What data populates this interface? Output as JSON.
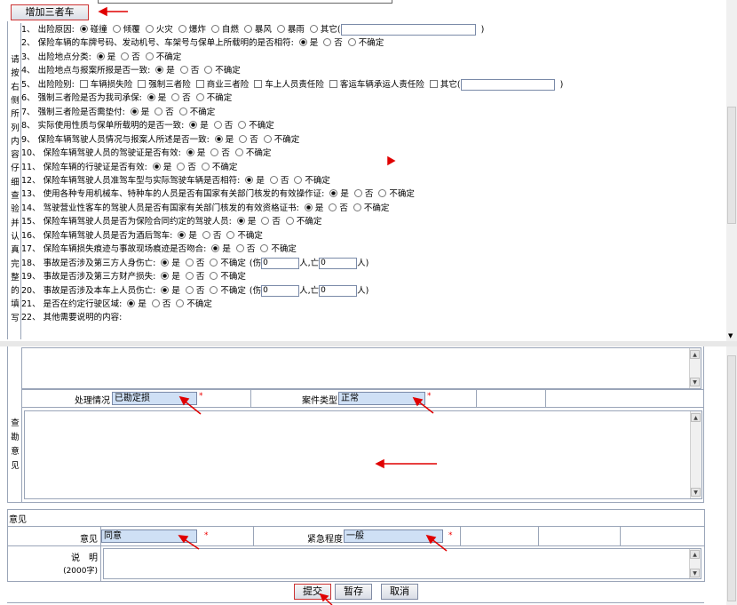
{
  "top": {
    "add_third_party_button": "增加三者车"
  },
  "side_caption": [
    "请",
    "按",
    "右",
    "侧",
    "所",
    "列",
    "内",
    "容",
    "仔",
    "细",
    "查",
    "验",
    "并",
    "认",
    "真",
    "完",
    "整",
    "的",
    "填",
    "写"
  ],
  "choices": {
    "yes": "是",
    "no": "否",
    "unsure": "不确定"
  },
  "questions": [
    {
      "text": "1、 出险原因:",
      "options": [
        "碰撞",
        "倾覆",
        "火灾",
        "爆炸",
        "自燃",
        "暴风",
        "暴雨",
        "其它"
      ],
      "selected": 0,
      "suffix": ")"
    },
    {
      "text": "2、 保险车辆的车牌号码、发动机号、车架号与保单上所载明的是否相符:",
      "answer": 0
    },
    {
      "text": "3、 出险地点分类:",
      "answer": 0
    },
    {
      "text": "4、 出险地点与报案所报是否一致:",
      "answer": 0
    },
    {
      "text": "5、 出险险别:",
      "checks": [
        "车辆损失险",
        "强制三者险",
        "商业三者险",
        "车上人员责任险",
        "客运车辆承运人责任险",
        "其它"
      ],
      "suffix": ")"
    },
    {
      "text": "6、 强制三者险是否为我司承保:",
      "answer": 0
    },
    {
      "text": "7、 强制三者险是否需垫付:",
      "answer": 0
    },
    {
      "text": "8、 实际使用性质与保单所载明的是否一致:",
      "answer": 0
    },
    {
      "text": "9、 保险车辆驾驶人员情况与报案人所述是否一致:",
      "answer": 0
    },
    {
      "text": "10、 保险车辆驾驶人员的驾驶证是否有效:",
      "answer": 0
    },
    {
      "text": "11、 保险车辆的行驶证是否有效:",
      "answer": 0
    },
    {
      "text": "12、 保险车辆驾驶人员准驾车型与实际驾驶车辆是否相符:",
      "answer": 0
    },
    {
      "text": "13、 使用各种专用机械车、特种车的人员是否有国家有关部门核发的有效操作证:",
      "answer": 0
    },
    {
      "text": "14、 驾驶营业性客车的驾驶人员是否有国家有关部门核发的有效资格证书:",
      "answer": 0
    },
    {
      "text": "15、 保险车辆驾驶人员是否为保险合同约定的驾驶人员:",
      "answer": 0
    },
    {
      "text": "16、 保险车辆驾驶人员是否为酒后驾车:",
      "answer": 0
    },
    {
      "text": "17、 保险车辆损失痕迹与事故现场痕迹是否吻合:",
      "answer": 0
    },
    {
      "text": "18、 事故是否涉及第三方人身伤亡:",
      "answer": 0,
      "casualty": {
        "label_a": "(伤",
        "val_a": "0",
        "label_b": "人,亡",
        "val_b": "0",
        "end": "人)"
      }
    },
    {
      "text": "19、 事故是否涉及第三方财产损失:",
      "answer": 0
    },
    {
      "text": "20、 事故是否涉及本车上人员伤亡:",
      "answer": 0,
      "casualty": {
        "label_a": "(伤",
        "val_a": "0",
        "label_b": "人,亡",
        "val_b": "0",
        "end": "人)"
      }
    },
    {
      "text": "21、 是否在约定行驶区域:",
      "answer": 0
    },
    {
      "text": "22、 其他需要说明的内容:"
    }
  ],
  "paren_open": "(",
  "survey": {
    "handling_label": "处理情况",
    "handling_value": "已勘定损",
    "case_type_label": "案件类型",
    "case_type_value": "正常",
    "opinion_side": [
      "查",
      "勘",
      "意",
      "见"
    ]
  },
  "opinion": {
    "section_label": "意见",
    "opinion_label": "意见",
    "opinion_value": "同意",
    "urgency_label": "紧急程度",
    "urgency_value": "一般",
    "note_label": "说　明",
    "note_limit": "(2000字)"
  },
  "required_mark": "*",
  "actions": {
    "submit": "提交",
    "save": "暂存",
    "cancel": "取消"
  },
  "colors": {
    "annotation": "#e00000",
    "field_bg": "#cfe0f5",
    "border": "#7a8aa8"
  }
}
